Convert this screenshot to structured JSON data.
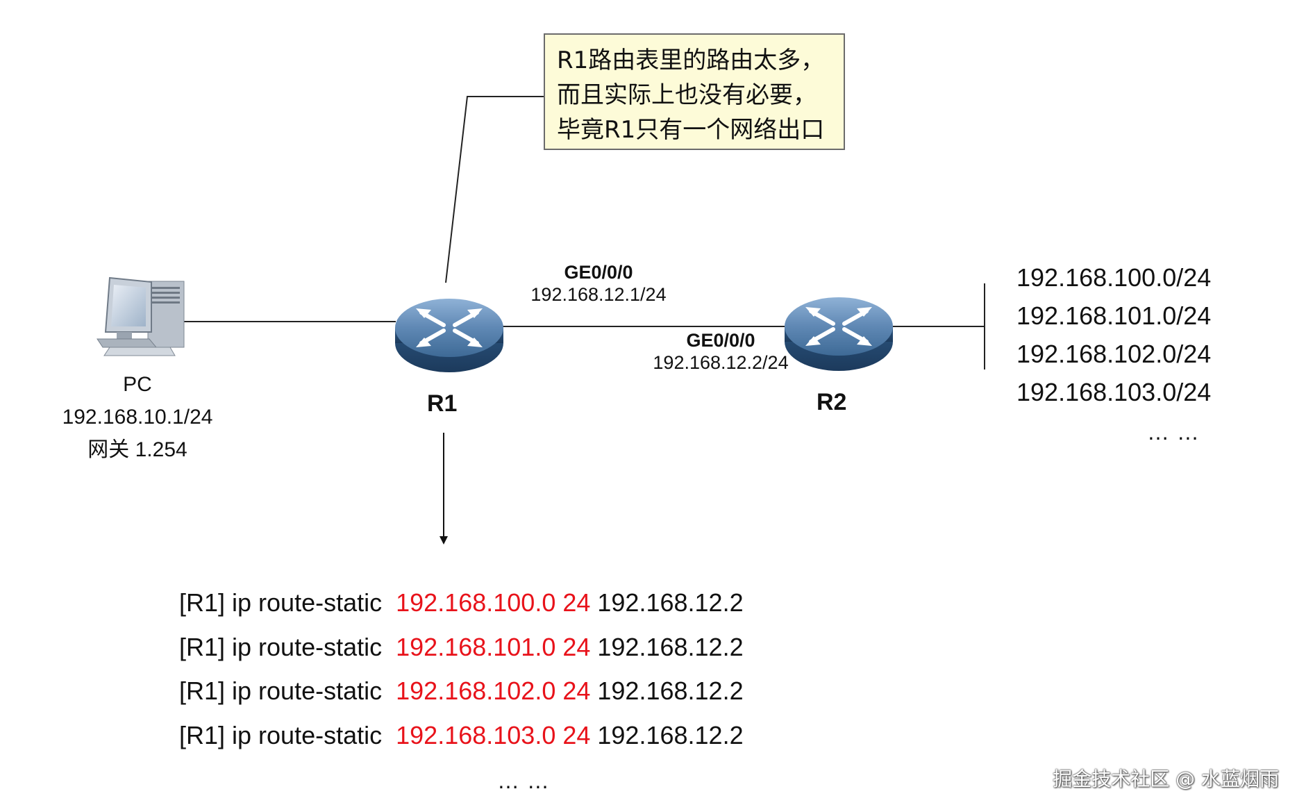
{
  "callout": {
    "lines": [
      "R1路由表里的路由太多，",
      "而且实际上也没有必要，",
      "毕竟R1只有一个网络出口"
    ]
  },
  "pc": {
    "name": "PC",
    "ip": "192.168.10.1/24",
    "gateway": "网关 1.254"
  },
  "routers": {
    "r1": "R1",
    "r2": "R2"
  },
  "link": {
    "r1_iface": "GE0/0/0",
    "r1_ip": "192.168.12.1/24",
    "r2_iface": "GE0/0/0",
    "r2_ip": "192.168.12.2/24"
  },
  "networks": {
    "items": [
      "192.168.100.0/24",
      "192.168.101.0/24",
      "192.168.102.0/24",
      "192.168.103.0/24"
    ],
    "more": "… …"
  },
  "commands": {
    "prefix": "[R1] ip route-static  ",
    "rows": [
      {
        "dest": "192.168.100.0 24",
        "nexthop": " 192.168.12.2"
      },
      {
        "dest": "192.168.101.0 24",
        "nexthop": " 192.168.12.2"
      },
      {
        "dest": "192.168.102.0 24",
        "nexthop": " 192.168.12.2"
      },
      {
        "dest": "192.168.103.0 24",
        "nexthop": " 192.168.12.2"
      }
    ],
    "more": "… …"
  },
  "colors": {
    "highlight": "#e8121a",
    "callout_bg": "#fdfbd8",
    "router_body": "#3e6a96"
  },
  "icons": {
    "pc": "desktop-computer-icon",
    "router": "router-icon"
  },
  "watermark": "掘金技术社区 @ 水蓝烟雨"
}
